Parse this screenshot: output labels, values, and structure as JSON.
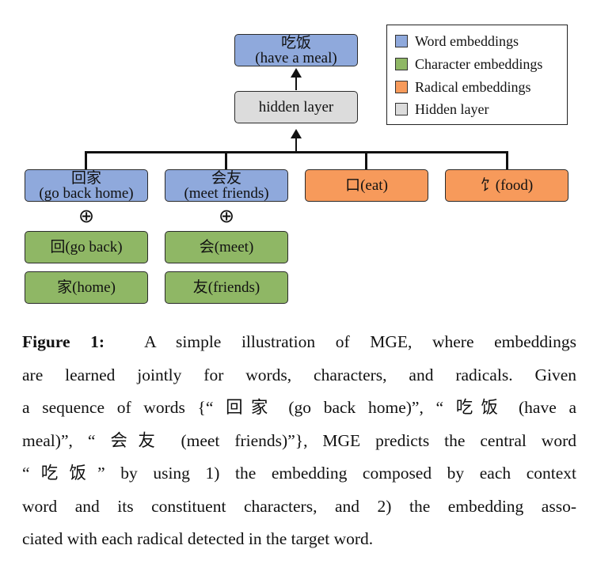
{
  "diagram": {
    "output": {
      "chinese": "吃饭",
      "english": "(have a meal)"
    },
    "hidden": "hidden layer",
    "context_words": [
      {
        "chinese": "回家",
        "english": "(go back home)"
      },
      {
        "chinese": "会友",
        "english": "(meet friends)"
      }
    ],
    "radicals": [
      "口(eat)",
      "饣(food)"
    ],
    "characters_col1": [
      "回(go back)",
      "家(home)"
    ],
    "characters_col2": [
      "会(meet)",
      "友(friends)"
    ],
    "operator": "⊕"
  },
  "legend": [
    {
      "label": "Word embeddings",
      "color": "#8fa9dc"
    },
    {
      "label": "Character embeddings",
      "color": "#8fb765"
    },
    {
      "label": "Radical embeddings",
      "color": "#f79a5b"
    },
    {
      "label": "Hidden layer",
      "color": "#dcdcdc"
    }
  ],
  "caption": {
    "label": "Figure 1:",
    "lines": [
      "A simple illustration of MGE, where embeddings",
      "are learned jointly for words, characters, and radicals.  Given",
      "a sequence of words {“ 回家 (go back home)”, “ 吃饭 (have a",
      "meal)”, “ 会友 (meet friends)”}, MGE predicts the central word",
      "“吃饭” by using 1) the embedding composed by each context",
      "word and its constituent characters, and 2) the embedding asso-",
      "ciated with each radical detected in the target word."
    ]
  }
}
